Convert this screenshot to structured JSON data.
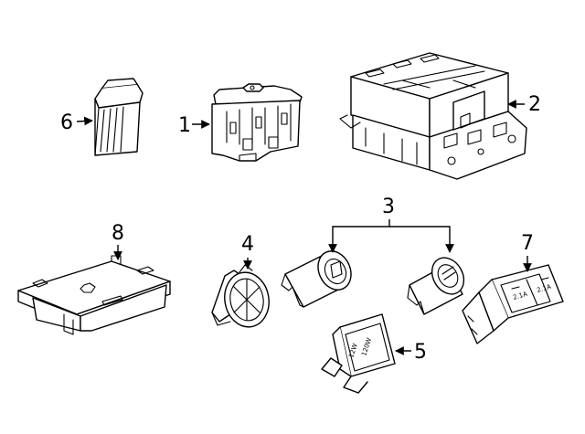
{
  "diagram": {
    "background": "#ffffff",
    "line_color": "#000000",
    "callouts": [
      {
        "id": "1",
        "label": "1"
      },
      {
        "id": "2",
        "label": "2"
      },
      {
        "id": "3",
        "label": "3"
      },
      {
        "id": "4",
        "label": "4"
      },
      {
        "id": "5",
        "label": "5"
      },
      {
        "id": "6",
        "label": "6"
      },
      {
        "id": "7",
        "label": "7"
      },
      {
        "id": "8",
        "label": "8"
      }
    ],
    "part_markings": {
      "socket_rating_a": "12W",
      "socket_rating_b": "120W",
      "usb_rating_a": "2.1A",
      "usb_rating_b": "2.1A"
    }
  }
}
